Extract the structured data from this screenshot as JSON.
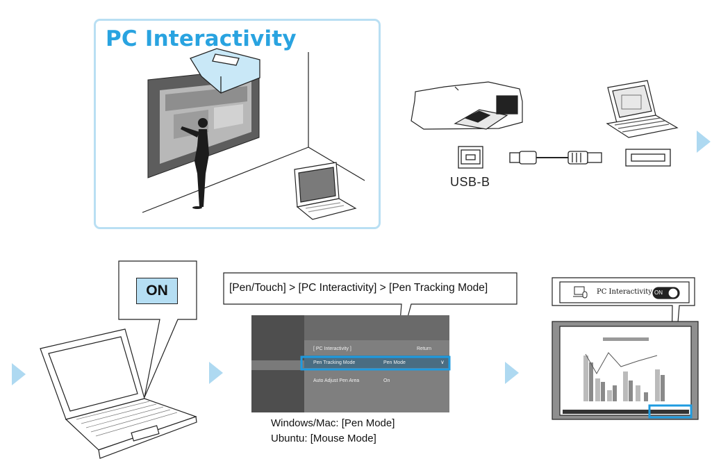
{
  "top_panel": {
    "title": "PC Interactivity"
  },
  "connection": {
    "port_label": "USB-B"
  },
  "step1": {
    "on_label": "ON"
  },
  "step2": {
    "path": "[Pen/Touch] > [PC Interactivity] > [Pen Tracking Mode]",
    "menu": {
      "header": "[ PC Interactivity ]",
      "return_label": "Return",
      "rows": [
        {
          "label": "Pen Tracking Mode",
          "value": "Pen Mode"
        },
        {
          "label": "Auto Adjust Pen Area",
          "value": "On"
        }
      ]
    },
    "notes": [
      "Windows/Mac:  [Pen Mode]",
      "Ubuntu: [Mouse Mode]"
    ]
  },
  "step3": {
    "toggle_label": "PC Interactivity",
    "toggle_state": "ON"
  },
  "colors": {
    "accent": "#29a3e0",
    "highlight": "#1e9be0",
    "arrow": "#aed9f1",
    "panel_border": "#b9dff3"
  }
}
